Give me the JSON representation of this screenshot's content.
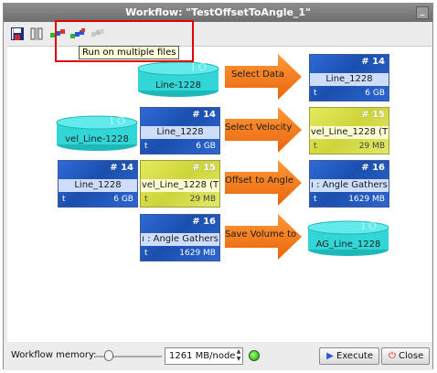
{
  "window": {
    "title": "Workflow: \"TestOffsetToAngle_1\"",
    "minimize_glyph": "_"
  },
  "toolbar": {
    "icons": [
      "save-workflow-icon",
      "columns-layout-icon",
      "run-single-icon",
      "run-multiple-files-icon",
      "disabled-run-icon"
    ],
    "tooltip": "Run on multiple files"
  },
  "colors": {
    "dataset_fill": "#33d6d6",
    "block_blue": "#2455c0",
    "block_yellow": "#d8de4a",
    "arrow_orange": "#f07a14",
    "highlight": "#e10000"
  },
  "nodes": {
    "ds_line1228": {
      "label": "Line-1228",
      "badge": "I O"
    },
    "ds_vel": {
      "label": "vel_Line-1228",
      "badge": "I O"
    },
    "ds_ag": {
      "label": "AG_Line_1228",
      "badge": "I O"
    },
    "r1_out": {
      "num": "# 14",
      "name": "Line_1228",
      "type": "t",
      "size": "6 GB",
      "color": "blue"
    },
    "r2_in": {
      "num": "# 14",
      "name": "Line_1228",
      "type": "t",
      "size": "6 GB",
      "color": "blue"
    },
    "r2_out": {
      "num": "# 15",
      "name": "vel_Line_1228 (T",
      "type": "t",
      "size": "29 MB",
      "color": "yellow"
    },
    "r3_in1": {
      "num": "# 14",
      "name": "Line_1228",
      "type": "t",
      "size": "6 GB",
      "color": "blue"
    },
    "r3_in2": {
      "num": "# 15",
      "name": "vel_Line_1228 (T",
      "type": "t",
      "size": "29 MB",
      "color": "yellow"
    },
    "r3_out": {
      "num": "# 16",
      "name": "ı : Angle Gathers",
      "type": "t",
      "size": "1629 MB",
      "color": "blue"
    },
    "r4_in": {
      "num": "# 16",
      "name": "ı : Angle Gathers",
      "type": "t",
      "size": "1629 MB",
      "color": "blue"
    }
  },
  "steps": {
    "select_data": "Select Data",
    "select_velocity": "Select Velocity",
    "offset_to_angle": "Offset to Angle",
    "save_volume": "Save Volume to"
  },
  "footer": {
    "memory_label": "Workflow memory:",
    "memory_value": "1261 MB/node",
    "execute_label": "Execute",
    "close_label": "Close"
  }
}
